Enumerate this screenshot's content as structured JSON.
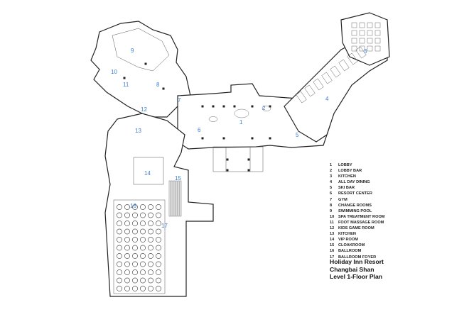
{
  "room_labels": [
    {
      "num": "1",
      "name": "LOBBY"
    },
    {
      "num": "2",
      "name": "LOBBY BAR"
    },
    {
      "num": "3",
      "name": "KITCHEN"
    },
    {
      "num": "4",
      "name": "ALL DAY DINING"
    },
    {
      "num": "5",
      "name": "SKI BAR"
    },
    {
      "num": "6",
      "name": "RESORT CENTER"
    },
    {
      "num": "7",
      "name": "GYM"
    },
    {
      "num": "8",
      "name": "CHANGE ROOMS"
    },
    {
      "num": "9",
      "name": "SWIMMING POOL"
    },
    {
      "num": "10",
      "name": "SPA TREATMENT ROOM"
    },
    {
      "num": "11",
      "name": "FOOT MASSAGE ROOM"
    },
    {
      "num": "12",
      "name": "KIDS GAME ROOM"
    },
    {
      "num": "13",
      "name": "KITCHEN"
    },
    {
      "num": "14",
      "name": "VIP ROOM"
    },
    {
      "num": "15",
      "name": "CLOAKROOM"
    },
    {
      "num": "16",
      "name": "BALLROOM"
    },
    {
      "num": "17",
      "name": "BALLROOM FOYER"
    }
  ],
  "title": {
    "line1": "Holiday Inn Resort",
    "line2": "Changbai Shan",
    "line3": "Level 1-Floor Plan"
  },
  "colors": {
    "label": "#3d7fd0",
    "wall": "#222222"
  }
}
